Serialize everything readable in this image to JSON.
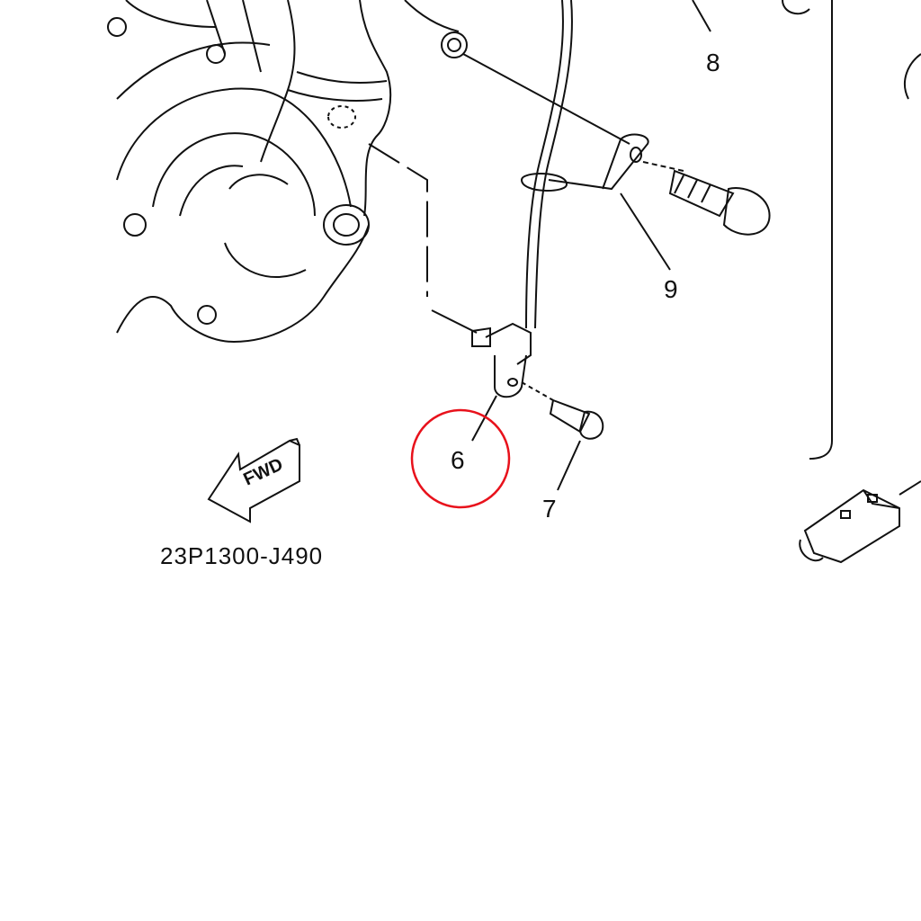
{
  "diagram": {
    "callouts": [
      {
        "number": "8",
        "highlighted": false
      },
      {
        "number": "9",
        "highlighted": false
      },
      {
        "number": "6",
        "highlighted": true
      },
      {
        "number": "7",
        "highlighted": false
      }
    ],
    "fwd_arrow_label": "FWD",
    "diagram_code": "23P1300-J490",
    "highlight_color": "#e8121c"
  }
}
